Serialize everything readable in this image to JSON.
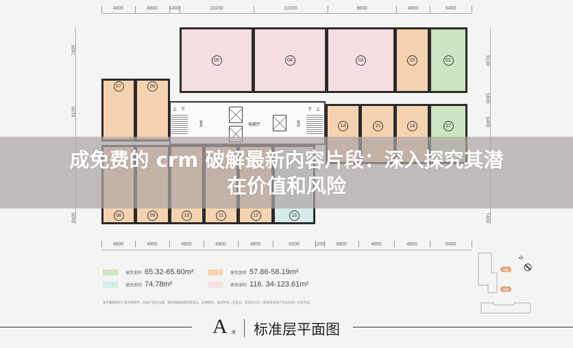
{
  "top_dims": [
    "4800",
    "4800",
    "1400",
    "10200",
    "10200",
    "9600",
    "4800",
    "5400"
  ],
  "bottom_dims": [
    "4800",
    "4800",
    "4800",
    "4800",
    "4800",
    "6200",
    "1200",
    "4800",
    "4800",
    "4800",
    "5400"
  ],
  "left_dims": [
    "7400",
    "9100",
    "9400"
  ],
  "right_dims": [
    "9100",
    "1800",
    "9400",
    "7400"
  ],
  "rooms": [
    {
      "id": "05",
      "color": "#f6dfe3"
    },
    {
      "id": "04",
      "color": "#f6dfe3"
    },
    {
      "id": "03",
      "color": "#f6dfe3"
    },
    {
      "id": "02",
      "color": "#f6d3b0"
    },
    {
      "id": "01",
      "color": "#cde5c0"
    },
    {
      "id": "07",
      "color": "#f6d3b0"
    },
    {
      "id": "06",
      "color": "#f6d3b0"
    },
    {
      "id": "14",
      "color": "#f6d3b0"
    },
    {
      "id": "15",
      "color": "#f6d3b0"
    },
    {
      "id": "16",
      "color": "#f6d3b0"
    },
    {
      "id": "17",
      "color": "#cde5c0"
    },
    {
      "id": "08",
      "color": "#f6d3b0"
    },
    {
      "id": "09",
      "color": "#f6d3b0"
    },
    {
      "id": "10",
      "color": "#f6d3b0"
    },
    {
      "id": "11",
      "color": "#f6d3b0"
    },
    {
      "id": "12",
      "color": "#f6d3b0"
    },
    {
      "id": "13",
      "color": "#d5ebe8"
    }
  ],
  "core": {
    "elevator_hall": "电梯厅",
    "shaft": "管井",
    "up": "上",
    "down": "下"
  },
  "overlay": {
    "line1": "成免费的 crm 破解最新内容片段：深入探究其潜",
    "line2": "在价值和风险"
  },
  "legend": {
    "area_tag": "建筑面积",
    "items": [
      {
        "color": "#cde5c0",
        "text": "65.32-65.60m²"
      },
      {
        "color": "#f6d3b0",
        "text": "57.86-58.19m²"
      },
      {
        "color": "#d5ebe8",
        "text": "74.78m²"
      },
      {
        "color": "#f6dfe3",
        "text": "116. 34-123.61m²"
      }
    ]
  },
  "note": "本平面图所示户型仅供参考，相关户型的位置、朝向和楼层结构等差异，局部结构、面积存在一定差异，实际交付以《深圳市房地产买卖合同》约定为准。",
  "site": {
    "north": "N",
    "building_a": "A座",
    "building_b": "B座"
  },
  "title": {
    "block": "A",
    "block_suffix": "座",
    "name": "标准层平面图"
  }
}
